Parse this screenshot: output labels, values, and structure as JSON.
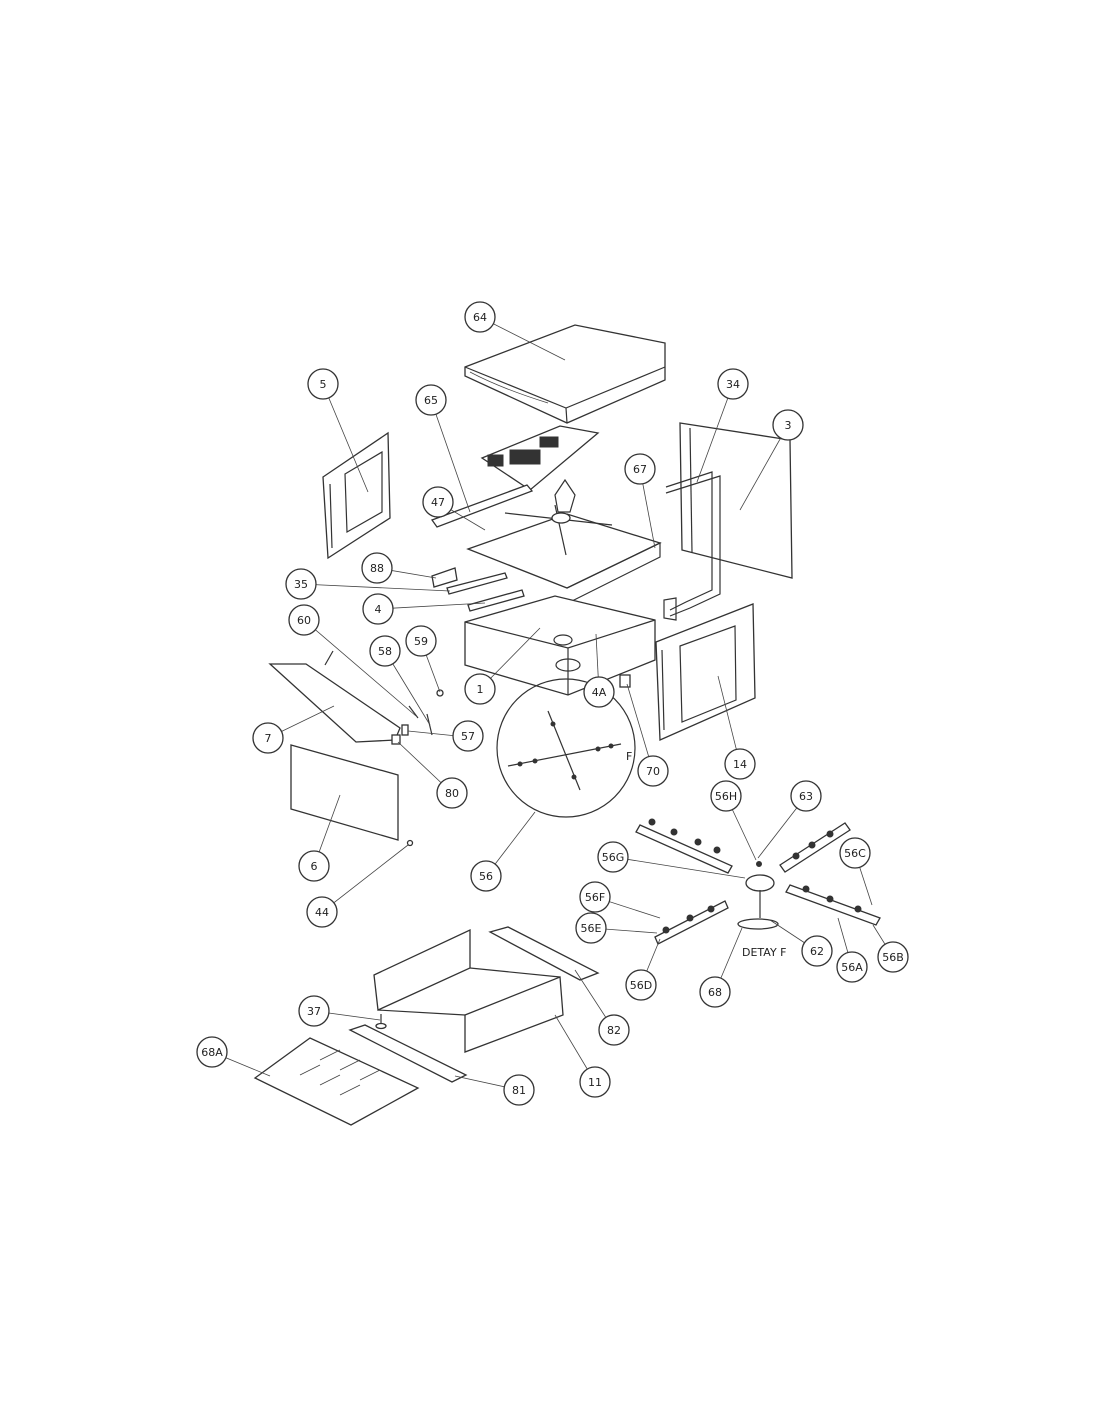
{
  "callouts": [
    "1",
    "3",
    "4",
    "4A",
    "5",
    "6",
    "7",
    "11",
    "14",
    "34",
    "35",
    "37",
    "44",
    "47",
    "56",
    "56A",
    "56B",
    "56C",
    "56D",
    "56E",
    "56F",
    "56G",
    "56H",
    "57",
    "58",
    "59",
    "60",
    "62",
    "63",
    "64",
    "65",
    "67",
    "68",
    "68A",
    "70",
    "80",
    "81",
    "82",
    "88"
  ],
  "labels": {
    "detail_letter": "F",
    "detail_caption": "DETAY F"
  }
}
